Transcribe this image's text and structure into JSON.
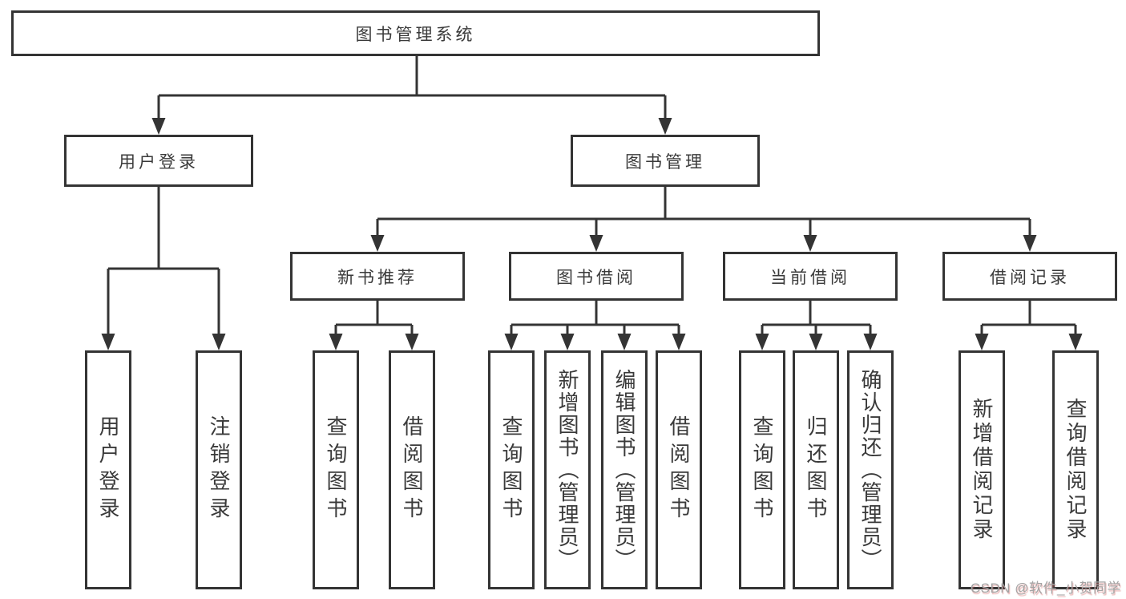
{
  "diagram": {
    "type": "function-structure-tree",
    "watermark": "CSDN @软件_小贺同学",
    "colors": {
      "line": "#343434",
      "box_border": "#343434",
      "box_background": "#ffffff",
      "text": "#3a3a3a",
      "watermark_text": "#a3a3a3",
      "watermark_shadow": "#d66e6e"
    },
    "nodes": {
      "root": {
        "label": "图书管理系统"
      },
      "user_login": {
        "label": "用户登录"
      },
      "book_mgmt": {
        "label": "图书管理"
      },
      "ul_login": {
        "label": "用户登录"
      },
      "ul_logout": {
        "label": "注销登录"
      },
      "new_rec": {
        "label": "新书推荐"
      },
      "book_borrow": {
        "label": "图书借阅"
      },
      "cur_borrow": {
        "label": "当前借阅"
      },
      "borrow_rec": {
        "label": "借阅记录"
      },
      "nr_query": {
        "label": "查询图书"
      },
      "nr_borrow": {
        "label": "借阅图书"
      },
      "bb_query": {
        "label": "查询图书"
      },
      "bb_add": {
        "label": "新增图书（管理员）"
      },
      "bb_edit": {
        "label": "编辑图书（管理员）"
      },
      "bb_borrow": {
        "label": "借阅图书"
      },
      "cb_query": {
        "label": "查询图书"
      },
      "cb_return": {
        "label": "归还图书"
      },
      "cb_confirm": {
        "label": "确认归还（管理员）"
      },
      "br_add": {
        "label": "新增借阅记录"
      },
      "br_query": {
        "label": "查询借阅记录"
      }
    },
    "edges": [
      [
        "root",
        "user_login"
      ],
      [
        "root",
        "book_mgmt"
      ],
      [
        "user_login",
        "ul_login"
      ],
      [
        "user_login",
        "ul_logout"
      ],
      [
        "book_mgmt",
        "new_rec"
      ],
      [
        "book_mgmt",
        "book_borrow"
      ],
      [
        "book_mgmt",
        "cur_borrow"
      ],
      [
        "book_mgmt",
        "borrow_rec"
      ],
      [
        "new_rec",
        "nr_query"
      ],
      [
        "new_rec",
        "nr_borrow"
      ],
      [
        "book_borrow",
        "bb_query"
      ],
      [
        "book_borrow",
        "bb_add"
      ],
      [
        "book_borrow",
        "bb_edit"
      ],
      [
        "book_borrow",
        "bb_borrow"
      ],
      [
        "cur_borrow",
        "cb_query"
      ],
      [
        "cur_borrow",
        "cb_return"
      ],
      [
        "cur_borrow",
        "cb_confirm"
      ],
      [
        "borrow_rec",
        "br_add"
      ],
      [
        "borrow_rec",
        "br_query"
      ]
    ]
  }
}
